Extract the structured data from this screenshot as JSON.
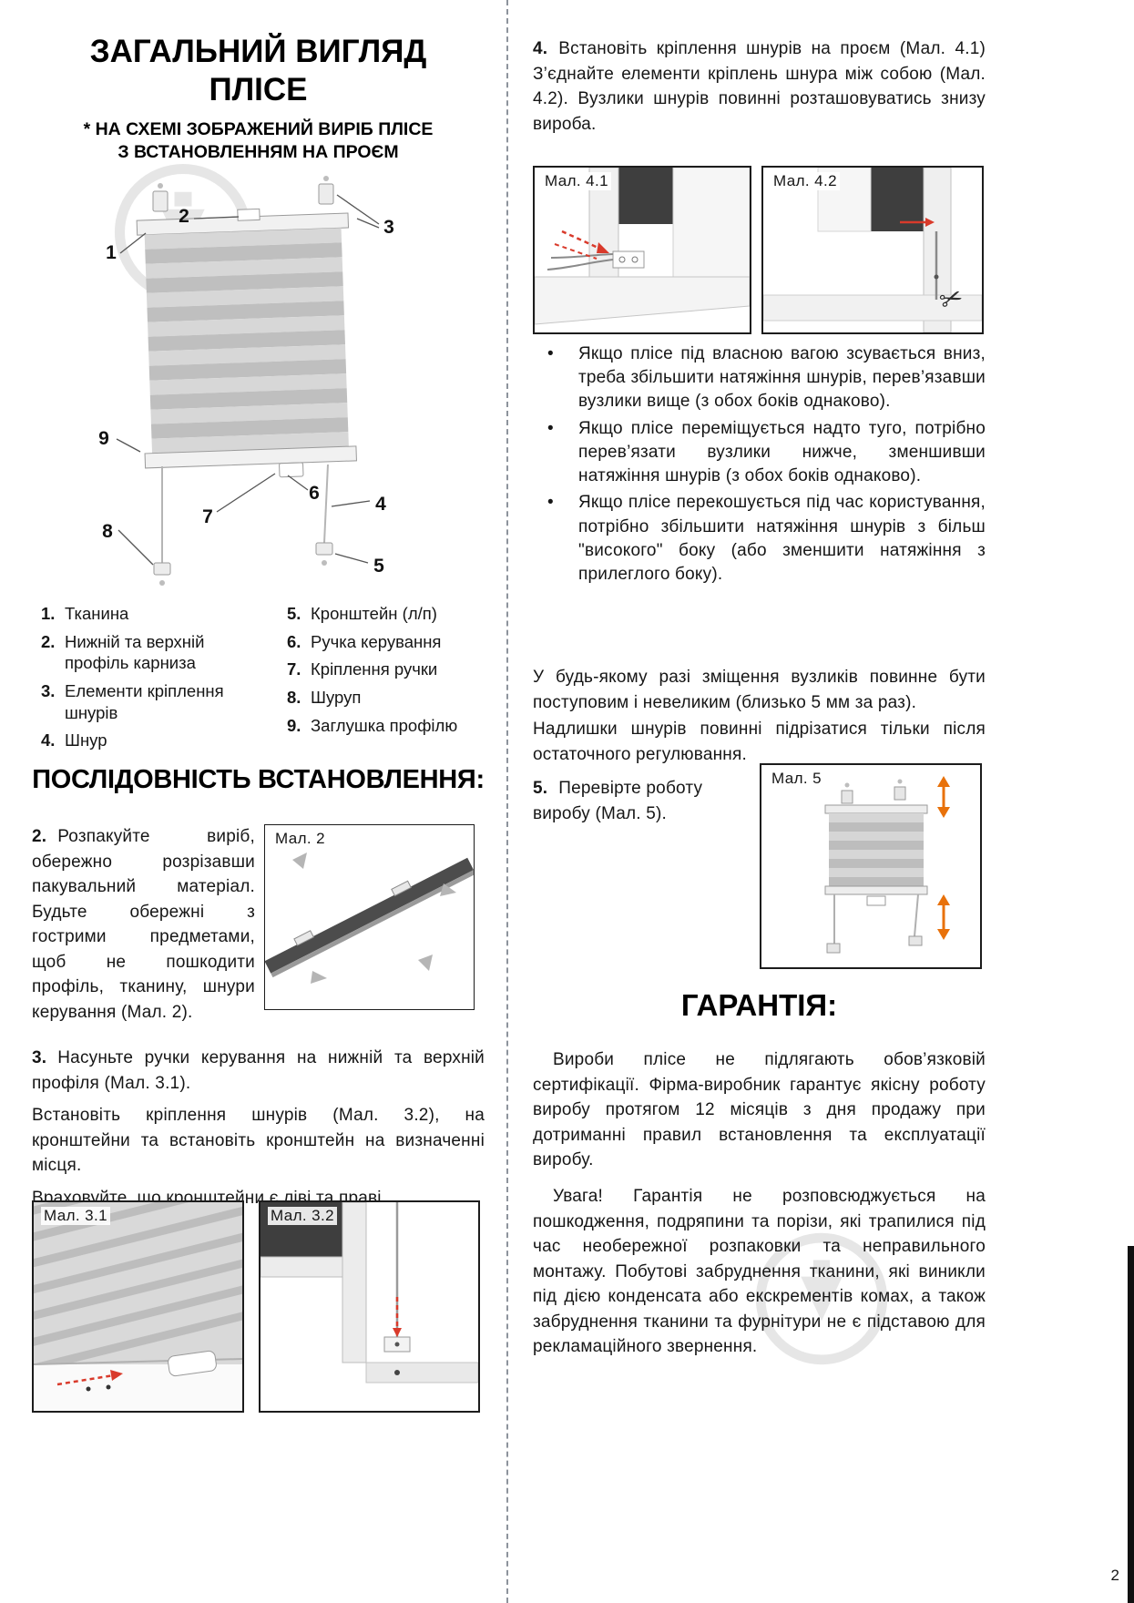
{
  "icons": {
    "bullet": "•",
    "scissors": "✂"
  },
  "colors": {
    "accent_red": "#d93a2b",
    "accent_orange": "#e8710a",
    "watermark_gray": "#cfcfcf",
    "text": "#161616"
  },
  "page": {
    "number": "2"
  },
  "overview": {
    "title_line1": "ЗАГАЛЬНИЙ ВИГЛЯД",
    "title_line2": "ПЛІСЕ",
    "subtitle_line1": "* НА СХЕМІ ЗОБРАЖЕНИЙ ВИРІБ ПЛІСЕ",
    "subtitle_line2": "З ВСТАНОВЛЕННЯМ НА ПРОЄМ",
    "callouts": {
      "c1": "1",
      "c2": "2",
      "c3": "3",
      "c4": "4",
      "c5": "5",
      "c6": "6",
      "c7": "7",
      "c8": "8",
      "c9": "9"
    },
    "legend_col1": [
      {
        "num": "1.",
        "text": "Тканина"
      },
      {
        "num": "2.",
        "text": "Нижній та верхній профіль карниза"
      },
      {
        "num": "3.",
        "text": "Елементи кріплення шнурів"
      },
      {
        "num": "4.",
        "text": "Шнур"
      }
    ],
    "legend_col2": [
      {
        "num": "5.",
        "text": "Кронштейн (л/п)"
      },
      {
        "num": "6.",
        "text": "Ручка керування"
      },
      {
        "num": "7.",
        "text": "Кріплення ручки"
      },
      {
        "num": "8.",
        "text": "Шуруп"
      },
      {
        "num": "9.",
        "text": "Заглушка профілю"
      }
    ]
  },
  "installation": {
    "section_title": "ПОСЛІДОВНІСТЬ ВСТАНОВЛЕННЯ:",
    "step2_num": "2.",
    "step2_text": "Розпакуйте виріб, обережно розрізавши пакувальний матеріал. Будьте обережні з гострими предметами, щоб не пошкодити профіль, тканину, шнури керування (Мал. 2).",
    "fig2_label": "Мал. 2",
    "step3_num": "3.",
    "step3_p1": "Насуньте ручки керування на нижній та верхній профіля (Мал. 3.1).",
    "step3_p2": "Встановіть кріплення шнурів (Мал. 3.2), на кронштейни та встановіть кронштейн на визначенні місця.",
    "step3_p3": "Враховуйте, що кронштейни є ліві та праві.",
    "fig31_label": "Мал. 3.1",
    "fig32_label": "Мал. 3.2",
    "step4_num": "4.",
    "step4_text": "Встановіть кріплення шнурів на проєм (Мал. 4.1) З’єднайте елементи кріплень шнура між собою (Мал. 4.2). Вузлики шнурів повинні розташовуватись знизу вироба.",
    "fig41_label": "Мал. 4.1",
    "fig42_label": "Мал. 4.2",
    "bullets": [
      "Якщо плісе під власною вагою зсувається вниз, треба збільшити натяжіння шнурів, перев’язавши вузлики вище (з обох боків однаково).",
      "Якщо плісе переміщується надто туго, потрібно перев’язати вузлики нижче, зменшивши натяжіння шнурів (з обох боків однаково).",
      "Якщо плісе перекошується під час користування, потрібно збільшити натяжіння шнурів з більш \"високого\" боку (або зменшити натяжіння з прилеглого боку)."
    ],
    "note_p1": "У будь-якому разі зміщення вузликів повинне бути поступовим і невеликим (близько 5 мм за раз).",
    "note_p2": "Надлишки шнурів повинні підрізатися тільки після остаточного регулювання.",
    "step5_num": "5.",
    "step5_text": "Перевірте роботу виробу (Мал. 5).",
    "fig5_label": "Мал. 5"
  },
  "warranty": {
    "title": "ГАРАНТІЯ:",
    "para1": "Вироби плісе не підлягають обов’язковій сертифікації. Фірма-виробник гарантує якісну роботу виробу протягом 12 місяців з дня продажу при дотриманні правил встановлення та експлуатації виробу.",
    "para2": "Увага! Гарантія не розповсюджується на пошкодження, подряпини та порізи, які трапилися під час необережної розпаковки та неправильного монтажу. Побутові забруднення тканини, які виникли під дією конденсата або екскрементів комах, а також забруднення тканини та фурнітури не є підставою для рекламаційного звернення."
  }
}
